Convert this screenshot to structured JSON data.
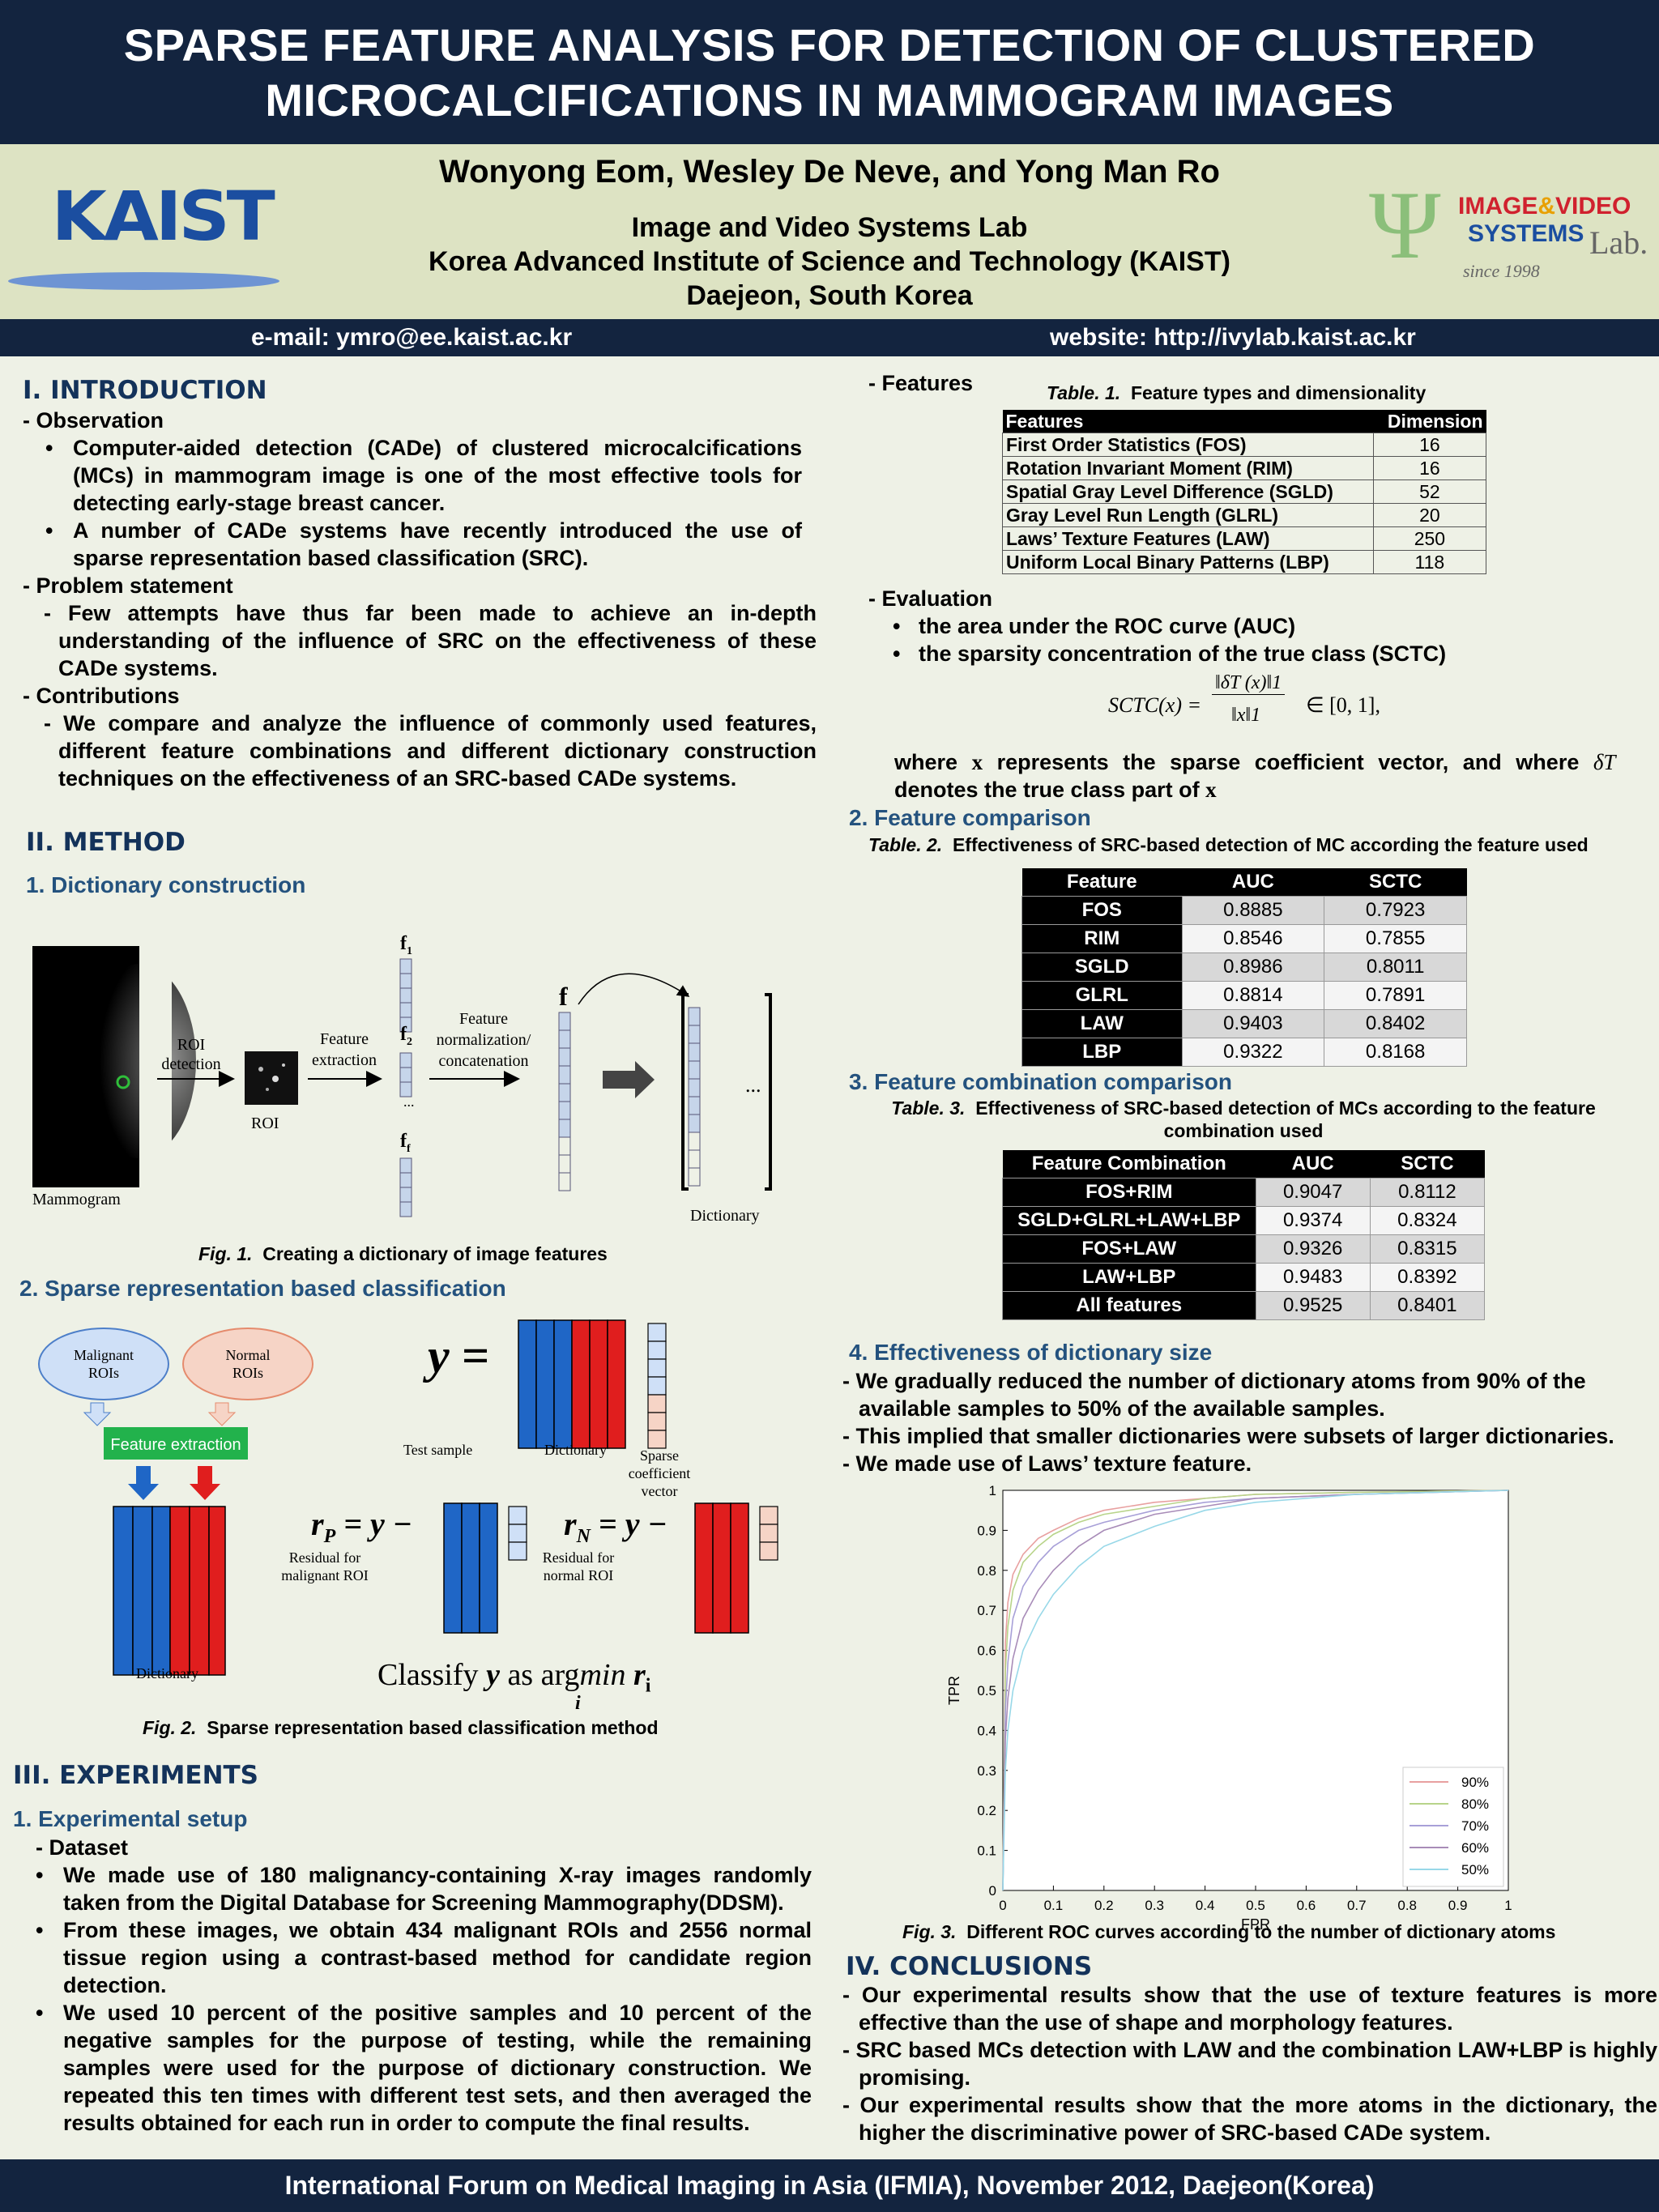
{
  "header": {
    "title_line1": "SPARSE FEATURE ANALYSIS FOR DETECTION OF CLUSTERED",
    "title_line2": "MICROCALCIFICATIONS IN MAMMOGRAM IMAGES",
    "authors": "Wonyong Eom, Wesley De Neve, and Yong Man Ro",
    "affil1": "Image and Video Systems Lab",
    "affil2": "Korea Advanced Institute of Science and Technology (KAIST)",
    "affil3": "Daejeon, South Korea",
    "logo_left": "KAIST",
    "logo_right_1": "IMAGE",
    "logo_right_amp": "&",
    "logo_right_2": "VIDEO",
    "logo_right_3": "SYSTEMS",
    "logo_right_lab": "Lab.",
    "logo_right_since": "since 1998",
    "logo_right_psi": "Ψ",
    "email": "e-mail: ymro@ee.kaist.ac.kr",
    "website": "website: http://ivylab.kaist.ac.kr"
  },
  "intro": {
    "heading": "I. INTRODUCTION",
    "observation": "- Observation",
    "obs1": "Computer-aided detection (CADe) of clustered microcalcifications (MCs) in mammogram image is one of the most effective tools for detecting early-stage breast cancer.",
    "obs2": "A number of CADe systems have recently introduced the use of sparse representation based classification (SRC).",
    "problem": "- Problem statement",
    "prob1": "- Few attempts have thus far been made to achieve an in-depth understanding of the influence of SRC on the effectiveness of these CADe systems.",
    "contrib": "- Contributions",
    "contrib1": "- We compare and analyze the influence of commonly used features, different feature combinations and different dictionary construction techniques on the effectiveness of an SRC-based CADe systems."
  },
  "method": {
    "heading": "II. METHOD",
    "sub1": "1.  Dictionary construction",
    "fig1": {
      "mammogram": "Mammogram",
      "roi_detection_1": "ROI",
      "roi_detection_2": "detection",
      "roi": "ROI",
      "feat_ext_1": "Feature",
      "feat_ext_2": "extraction",
      "norm_1": "Feature",
      "norm_2": "normalization/",
      "norm_3": "concatenation",
      "f1": "f",
      "f1_sub": "1",
      "f2": "f",
      "f2_sub": "2",
      "ff": "f",
      "ff_sub": "f",
      "f": "f",
      "dictionary": "Dictionary",
      "ellipsis": "...",
      "caption_label": "Fig. 1.",
      "caption": "Creating a dictionary of image features"
    },
    "sub2": "2. Sparse representation based classification",
    "fig2": {
      "malignant_1": "Malignant",
      "malignant_2": "ROIs",
      "normal_1": "Normal",
      "normal_2": "ROIs",
      "feature_extraction": "Feature extraction",
      "dictionary_left": "Dictionary",
      "y_eq": "y =",
      "test_sample": "Test sample",
      "dictionary_mid": "Dictionary",
      "sparse_1": "Sparse",
      "sparse_2": "coefficient",
      "sparse_3": "vector",
      "rp": "r",
      "rp_sub": "P",
      "rp_rest": "= y −",
      "rn": "r",
      "rn_sub": "N",
      "rn_rest": "= y −",
      "res_mal_1": "Residual for",
      "res_mal_2": "malignant ROI",
      "res_norm_1": "Residual for",
      "res_norm_2": "normal ROI",
      "classify": "Classify",
      "classify_y": "y",
      "classify_as": "as arg",
      "classify_min": "min",
      "classify_r": "r",
      "classify_r_sub": "i",
      "classify_i": "i",
      "caption_label": "Fig. 2.",
      "caption": "Sparse representation based classification method"
    }
  },
  "experiments": {
    "heading": "III. EXPERIMENTS",
    "sub1": "1. Experimental setup",
    "dataset": "- Dataset",
    "b1": "We made use of 180 malignancy-containing X-ray images randomly taken from the Digital Database for Screening Mammography(DDSM).",
    "b2": "From these images, we obtain 434 malignant ROIs and 2556 normal tissue region using a contrast-based method for candidate region detection.",
    "b3": "We used 10 percent of the positive samples and 10 percent of the negative samples for the purpose of testing, while the remaining samples were used for the purpose of dictionary construction. We repeated this ten times with different test sets, and then averaged the results obtained for each run in order to compute the final results."
  },
  "right": {
    "features": "- Features",
    "table1_label": "Table. 1.",
    "table1_caption": "Feature types and dimensionality",
    "table1_head": [
      "Features",
      "Dimension"
    ],
    "table1_rows": [
      [
        "First Order Statistics (FOS)",
        "16"
      ],
      [
        "Rotation Invariant Moment (RIM)",
        "16"
      ],
      [
        "Spatial Gray Level Difference (SGLD)",
        "52"
      ],
      [
        "Gray Level Run Length (GLRL)",
        "20"
      ],
      [
        "Laws’ Texture Features (LAW)",
        "250"
      ],
      [
        "Uniform Local Binary Patterns (LBP)",
        "118"
      ]
    ],
    "evaluation": "- Evaluation",
    "eval1": "the area under the ROC curve (AUC)",
    "eval2": "the sparsity concentration of the true class (SCTC)",
    "formula_lhs": "SCTC(x) =",
    "formula_num": "‖δT (x)‖1",
    "formula_den": "‖x‖1",
    "formula_rhs": "∈ [0, 1],",
    "where_1": "where",
    "where_x": "x",
    "where_2": "represents the sparse coefficient vector, and where",
    "where_delta": "δT",
    "where_3": "denotes the true class part of",
    "where_x2": "x",
    "sub2": "2. Feature comparison",
    "table2_label": "Table. 2.",
    "table2_caption": "Effectiveness of SRC-based detection of MC according the feature used",
    "table2_head": [
      "Feature",
      "AUC",
      "SCTC"
    ],
    "table2_rows": [
      [
        "FOS",
        "0.8885",
        "0.7923"
      ],
      [
        "RIM",
        "0.8546",
        "0.7855"
      ],
      [
        "SGLD",
        "0.8986",
        "0.8011"
      ],
      [
        "GLRL",
        "0.8814",
        "0.7891"
      ],
      [
        "LAW",
        "0.9403",
        "0.8402"
      ],
      [
        "LBP",
        "0.9322",
        "0.8168"
      ]
    ],
    "sub3": "3. Feature combination  comparison",
    "table3_label": "Table. 3.",
    "table3_caption_1": "Effectiveness of SRC-based detection of MCs according to the feature",
    "table3_caption_2": "combination used",
    "table3_head": [
      "Feature Combination",
      "AUC",
      "SCTC"
    ],
    "table3_rows": [
      [
        "FOS+RIM",
        "0.9047",
        "0.8112"
      ],
      [
        "SGLD+GLRL+LAW+LBP",
        "0.9374",
        "0.8324"
      ],
      [
        "FOS+LAW",
        "0.9326",
        "0.8315"
      ],
      [
        "LAW+LBP",
        "0.9483",
        "0.8392"
      ],
      [
        "All features",
        "0.9525",
        "0.8401"
      ]
    ],
    "sub4": "4. Effectiveness of dictionary size",
    "dict1": "- We gradually reduced the number of dictionary atoms from 90% of the available samples to 50% of the available samples.",
    "dict2": "- This implied that smaller dictionaries were subsets of larger dictionaries.",
    "dict3": "- We made use of Laws’ texture feature.",
    "fig3_label": "Fig. 3.",
    "fig3_caption": "Different ROC curves according to the number of dictionary atoms",
    "conclusions": "IV. CONCLUSIONS",
    "conc1": "- Our experimental results show that the use of texture features is more effective than the use of shape and morphology features.",
    "conc2": "- SRC based MCs detection with LAW and the combination LAW+LBP is highly promising.",
    "conc3": "- Our experimental results show that the more atoms in the dictionary, the higher the discriminative power of SRC-based CADe system."
  },
  "footer": "International Forum on Medical Imaging in Asia (IFMIA), November 2012, Daejeon(Korea)",
  "chart_data": {
    "type": "line",
    "xlabel": "FPR",
    "ylabel": "TPR",
    "xlim": [
      0,
      1
    ],
    "ylim": [
      0,
      1
    ],
    "xticks": [
      "0",
      "0.1",
      "0.2",
      "0.3",
      "0.4",
      "0.5",
      "0.6",
      "0.7",
      "0.8",
      "0.9",
      "1"
    ],
    "yticks": [
      "0",
      "0.1",
      "0.2",
      "0.3",
      "0.4",
      "0.5",
      "0.6",
      "0.7",
      "0.8",
      "0.9",
      "1"
    ],
    "legend_position": "bottom-right",
    "grid": false,
    "series": [
      {
        "name": "90%",
        "color": "#e8a0a0",
        "x": [
          0,
          0.005,
          0.01,
          0.02,
          0.04,
          0.07,
          0.1,
          0.15,
          0.2,
          0.3,
          0.4,
          0.5,
          0.7,
          1
        ],
        "y": [
          0,
          0.62,
          0.72,
          0.79,
          0.84,
          0.88,
          0.9,
          0.93,
          0.95,
          0.97,
          0.98,
          0.99,
          0.995,
          1
        ]
      },
      {
        "name": "80%",
        "color": "#b8d48a",
        "x": [
          0,
          0.005,
          0.01,
          0.02,
          0.04,
          0.07,
          0.1,
          0.15,
          0.2,
          0.3,
          0.4,
          0.5,
          0.7,
          1
        ],
        "y": [
          0,
          0.55,
          0.66,
          0.75,
          0.82,
          0.86,
          0.89,
          0.92,
          0.94,
          0.96,
          0.98,
          0.99,
          0.995,
          1
        ]
      },
      {
        "name": "70%",
        "color": "#a8a0d8",
        "x": [
          0,
          0.005,
          0.01,
          0.02,
          0.04,
          0.07,
          0.1,
          0.15,
          0.2,
          0.3,
          0.4,
          0.5,
          0.7,
          1
        ],
        "y": [
          0,
          0.45,
          0.57,
          0.68,
          0.76,
          0.82,
          0.86,
          0.9,
          0.92,
          0.95,
          0.97,
          0.98,
          0.99,
          1
        ]
      },
      {
        "name": "60%",
        "color": "#a88cb8",
        "x": [
          0,
          0.005,
          0.01,
          0.02,
          0.04,
          0.07,
          0.1,
          0.15,
          0.2,
          0.3,
          0.4,
          0.5,
          0.7,
          1
        ],
        "y": [
          0,
          0.38,
          0.48,
          0.58,
          0.68,
          0.75,
          0.8,
          0.86,
          0.9,
          0.94,
          0.96,
          0.98,
          0.99,
          1
        ]
      },
      {
        "name": "50%",
        "color": "#98d8e8",
        "x": [
          0,
          0.005,
          0.01,
          0.02,
          0.04,
          0.07,
          0.1,
          0.15,
          0.2,
          0.3,
          0.4,
          0.5,
          0.7,
          1
        ],
        "y": [
          0,
          0.3,
          0.4,
          0.5,
          0.6,
          0.68,
          0.74,
          0.81,
          0.86,
          0.91,
          0.95,
          0.97,
          0.99,
          1
        ]
      }
    ]
  }
}
